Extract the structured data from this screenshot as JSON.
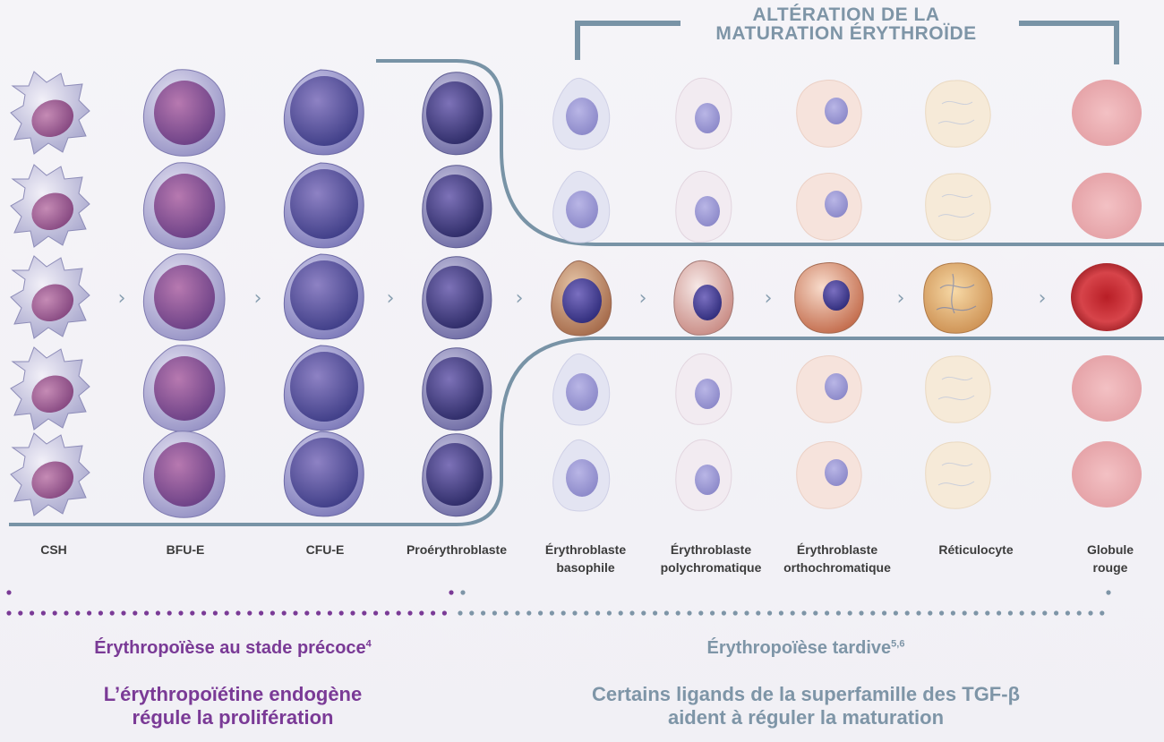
{
  "header": {
    "line1": "ALTÉRATION DE LA",
    "line2": "MATURATION ÉRYTHROÏDE"
  },
  "stages": [
    {
      "label": "CSH",
      "label2": ""
    },
    {
      "label": "BFU-E",
      "label2": ""
    },
    {
      "label": "CFU-E",
      "label2": ""
    },
    {
      "label": "Proérythroblaste",
      "label2": ""
    },
    {
      "label": "Érythroblaste",
      "label2": "basophile"
    },
    {
      "label": "Érythroblaste",
      "label2": "polychromatique"
    },
    {
      "label": "Érythroblaste",
      "label2": "orthochromatique"
    },
    {
      "label": "Réticulocyte",
      "label2": ""
    },
    {
      "label": "Globule",
      "label2": "rouge"
    }
  ],
  "arrow_glyph": "›",
  "early": {
    "title": "Érythropoïèse au stade précoce",
    "ref": "4",
    "desc_line1": "L’érythropoïétine endogène",
    "desc_line2": "régule la prolifération"
  },
  "late": {
    "title": "Érythropoïèse tardive",
    "ref": "5,6",
    "desc_line1": "Certains ligands de la superfamille des TGF-β",
    "desc_line2": "aident à réguler la maturation"
  },
  "colors": {
    "purple": "#7a3a96",
    "slate": "#7e95a7",
    "outline": "#7893a6"
  }
}
